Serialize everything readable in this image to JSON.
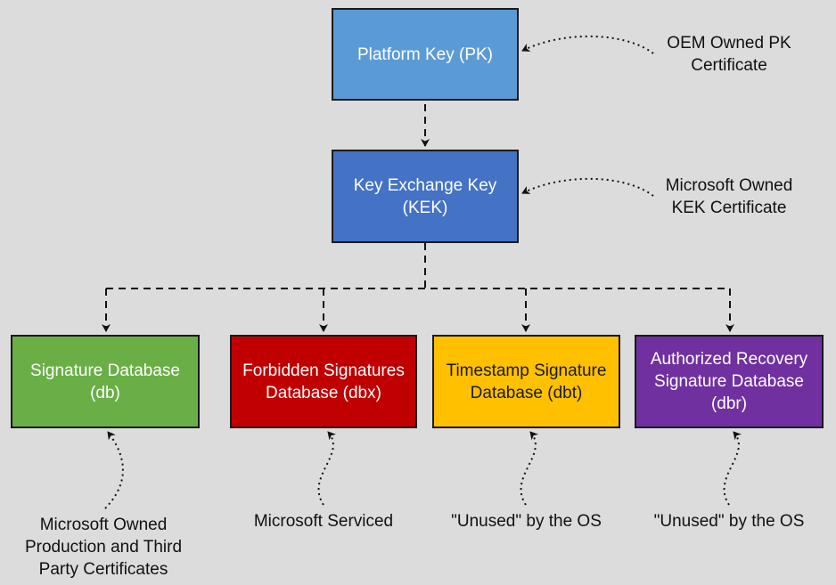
{
  "colors": {
    "background": "#dcdcdc",
    "pk": "#5b9bd5",
    "kek": "#4472c4",
    "db": "#6aaf46",
    "dbx": "#c00000",
    "dbt": "#ffc000",
    "dbr": "#7030a0",
    "line": "#111111"
  },
  "boxes": {
    "pk": {
      "line1": "Platform Key (PK)"
    },
    "kek": {
      "line1": "Key Exchange Key",
      "line2": "(KEK)"
    },
    "db": {
      "line1": "Signature Database",
      "line2": "(db)"
    },
    "dbx": {
      "line1": "Forbidden Signatures",
      "line2": "Database (dbx)"
    },
    "dbt": {
      "line1": "Timestamp Signature",
      "line2": "Database (dbt)"
    },
    "dbr": {
      "line1": "Authorized Recovery",
      "line2": "Signature Database",
      "line3": "(dbr)"
    }
  },
  "notes": {
    "pk": {
      "line1": "OEM Owned PK",
      "line2": "Certificate"
    },
    "kek": {
      "line1": "Microsoft Owned",
      "line2": "KEK Certificate"
    },
    "db": {
      "line1": "Microsoft Owned",
      "line2": "Production and Third",
      "line3": "Party Certificates"
    },
    "dbx": {
      "line1": "Microsoft Serviced"
    },
    "dbt": {
      "line1": "\"Unused\" by the OS"
    },
    "dbr": {
      "line1": "\"Unused\" by the OS"
    }
  }
}
